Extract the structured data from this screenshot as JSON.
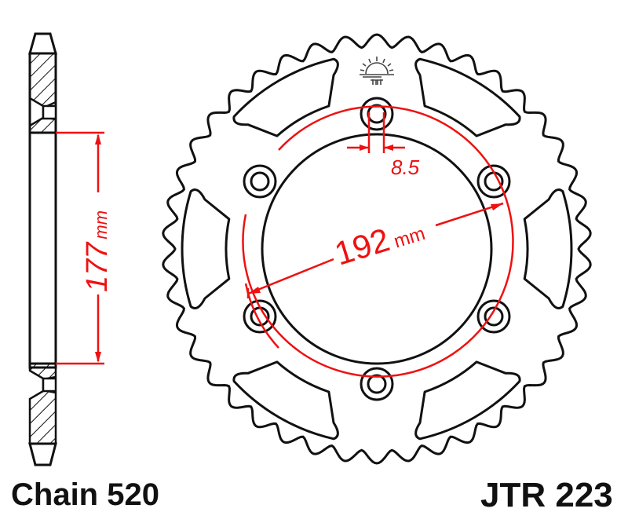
{
  "part": {
    "number": "JTR 223",
    "chain": "Chain 520"
  },
  "dimensions": {
    "side_height": {
      "value": "177",
      "unit": "mm"
    },
    "pcd": {
      "value": "192",
      "unit": "mm"
    },
    "bolt_hole": {
      "value": "8.5"
    }
  },
  "sprocket": {
    "teeth": 42,
    "bolt_holes": 6,
    "lightening_slots": 6
  },
  "colors": {
    "outline": "#111111",
    "dimension": "#ee1111",
    "background": "#ffffff"
  },
  "icons": {
    "logo": "sunrise-logo-icon"
  }
}
